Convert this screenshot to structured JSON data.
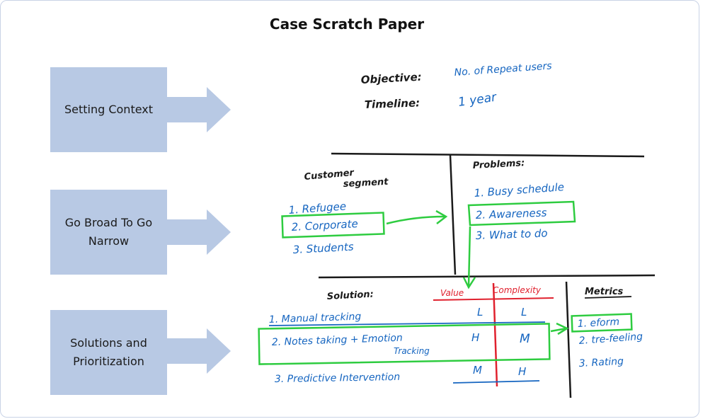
{
  "title": "Case Scratch Paper",
  "steps": [
    {
      "label": "Setting Context"
    },
    {
      "label": "Go Broad To Go Narrow"
    },
    {
      "label": "Solutions and Prioritization"
    }
  ],
  "colors": {
    "box": "#b8c9e4",
    "ink_black": "#1a1a1a",
    "ink_blue": "#1565c0",
    "ink_green": "#2ecc40",
    "ink_red": "#e0212e"
  },
  "context": {
    "objective_label": "Objective:",
    "objective_value": "No. of Repeat users",
    "timeline_label": "Timeline:",
    "timeline_value": "1 year"
  },
  "segments": {
    "heading_line1": "Customer",
    "heading_line2": "segment",
    "items": [
      "1. Refugee",
      "2. Corporate",
      "3. Students"
    ]
  },
  "problems": {
    "heading": "Problems:",
    "items": [
      "1. Busy schedule",
      "2. Awareness",
      "3. What to do"
    ]
  },
  "solutions": {
    "heading": "Solution:",
    "col_value": "Value",
    "col_complexity": "Complexity",
    "rows": [
      {
        "label": "1. Manual tracking",
        "label2": "",
        "value": "L",
        "complexity": "L"
      },
      {
        "label": "2. Notes taking + Emotion",
        "label2": "Tracking",
        "value": "H",
        "complexity": "M"
      },
      {
        "label": "3. Predictive Intervention",
        "label2": "",
        "value": "M",
        "complexity": "H"
      }
    ]
  },
  "metrics": {
    "heading": "Metrics",
    "items": [
      "1. eform",
      "2. tre-feeling",
      "3. Rating"
    ]
  }
}
